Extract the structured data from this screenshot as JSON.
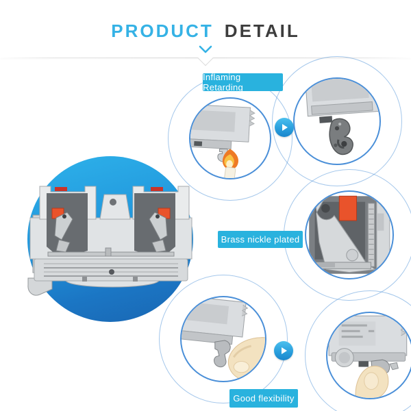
{
  "header": {
    "title_primary": "PRODUCT",
    "title_secondary": "DETAIL"
  },
  "features": [
    {
      "id": "flame-retardant",
      "label": "Inflaming Retarding"
    },
    {
      "id": "brass-nickel",
      "label": "Brass nickle plated"
    },
    {
      "id": "flexibility",
      "label": "Good flexibility"
    }
  ],
  "icons": {
    "chevron": "chevron-down-icon",
    "play": "play-icon"
  },
  "colors": {
    "accent_cyan": "#29b2de",
    "title_cyan": "#35b2e5",
    "title_dark": "#3d3d3d",
    "hero_blue_top": "#2eb2ea",
    "hero_blue_bottom": "#1a66b2",
    "callout_border": "#4a8fd8",
    "product_orange": "#e9532b",
    "flame_orange": "#ee7a25"
  }
}
